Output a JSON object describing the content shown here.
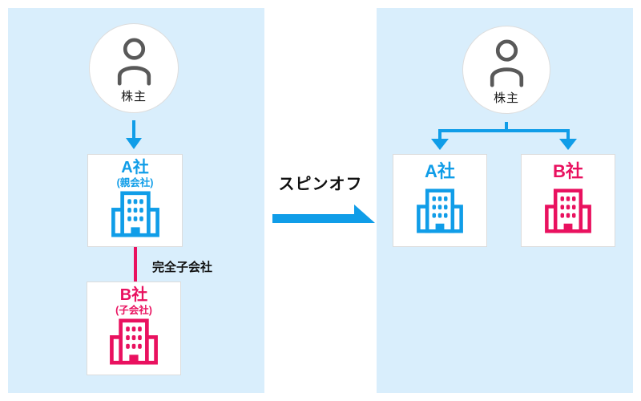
{
  "diagram": {
    "before": {
      "shareholder_label": "株主",
      "company_a": {
        "name": "A社",
        "role": "(親会社)"
      },
      "ownership_label": "完全子会社",
      "company_b": {
        "name": "B社",
        "role": "(子会社)"
      }
    },
    "transition": {
      "label": "スピンオフ"
    },
    "after": {
      "shareholder_label": "株主",
      "company_a": {
        "name": "A社"
      },
      "company_b": {
        "name": "B社"
      }
    }
  },
  "icons": {
    "person": "person-icon",
    "building": "building-icon",
    "spinoff_arrow": "right-arrow-icon"
  },
  "colors": {
    "panel_bg": "#d9eefc",
    "accent_blue": "#109de8",
    "accent_pink": "#e9115f",
    "person_gray": "#595959",
    "box_border": "#dcdcdc",
    "text_dark": "#111111"
  }
}
